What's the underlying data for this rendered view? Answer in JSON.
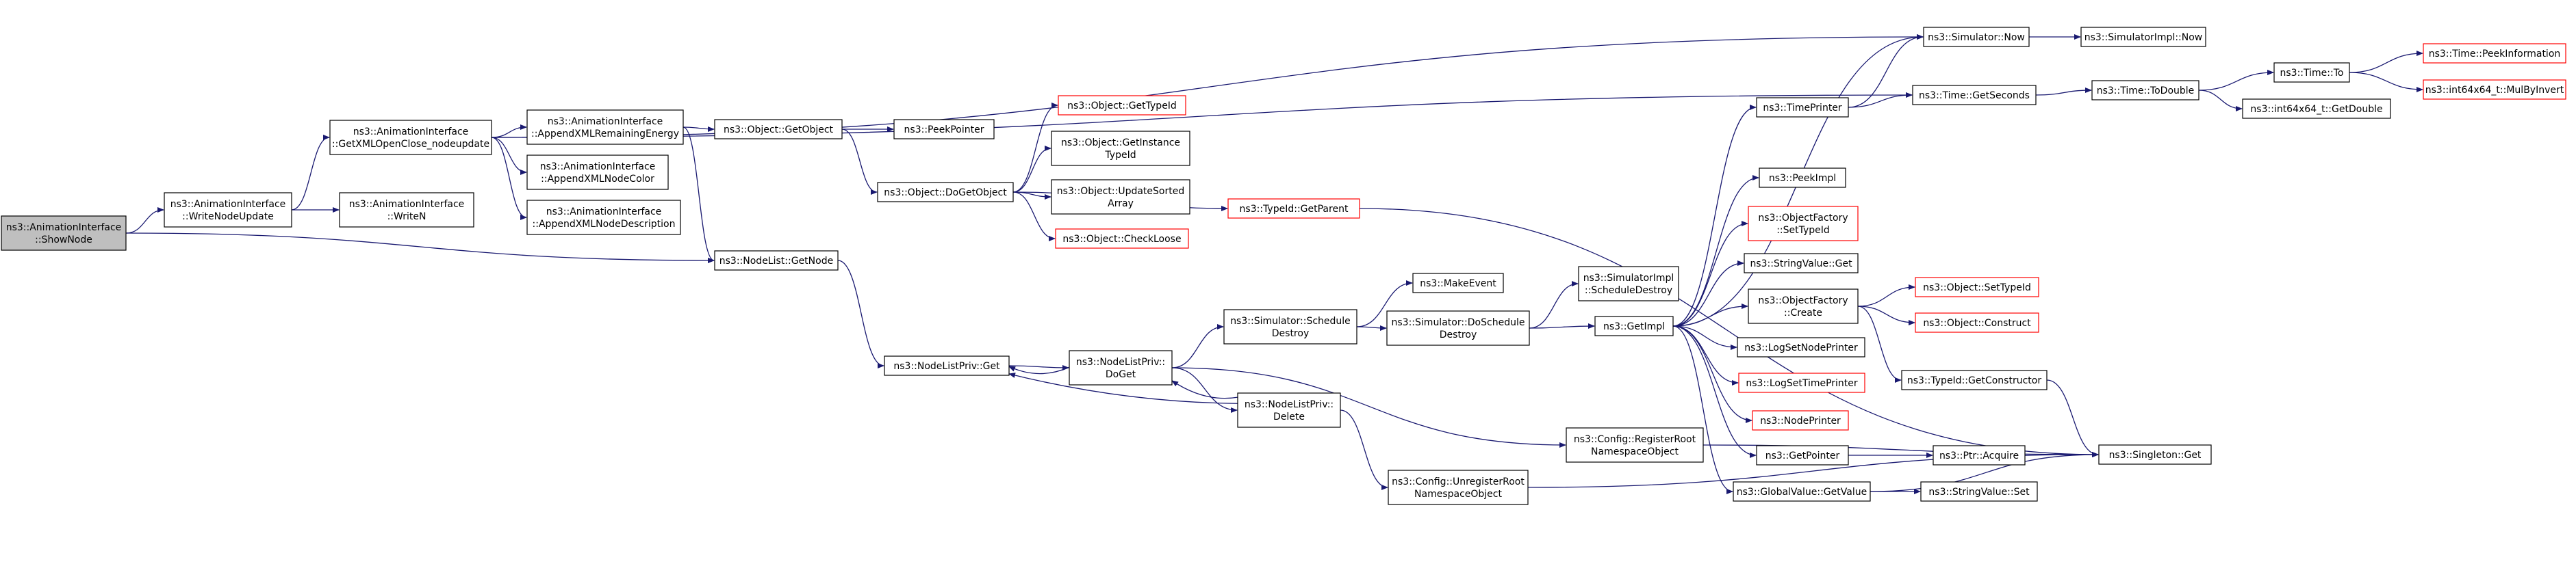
{
  "colors": {
    "edge": "#191970",
    "node_border": "#000000",
    "node_border_undocumented": "#ff0000",
    "node_fill": "#ffffff",
    "root_fill": "#bfbfbf",
    "background": "#ffffff"
  },
  "nodes": [
    {
      "id": "showNode",
      "lines": [
        "ns3::AnimationInterface",
        "::ShowNode"
      ],
      "kind": "root"
    },
    {
      "id": "writeNodeUpdate",
      "lines": [
        "ns3::AnimationInterface",
        "::WriteNodeUpdate"
      ],
      "kind": "normal"
    },
    {
      "id": "getXml",
      "lines": [
        "ns3::AnimationInterface",
        "::GetXMLOpenClose_nodeupdate"
      ],
      "kind": "normal"
    },
    {
      "id": "writeN",
      "lines": [
        "ns3::AnimationInterface",
        "::WriteN"
      ],
      "kind": "normal"
    },
    {
      "id": "appendEnergy",
      "lines": [
        "ns3::AnimationInterface",
        "::AppendXMLRemainingEnergy"
      ],
      "kind": "normal"
    },
    {
      "id": "appendColor",
      "lines": [
        "ns3::AnimationInterface",
        "::AppendXMLNodeColor"
      ],
      "kind": "normal"
    },
    {
      "id": "appendDesc",
      "lines": [
        "ns3::AnimationInterface",
        "::AppendXMLNodeDescription"
      ],
      "kind": "normal"
    },
    {
      "id": "getObject",
      "lines": [
        "ns3::Object::GetObject"
      ],
      "kind": "normal"
    },
    {
      "id": "peekPointer",
      "lines": [
        "ns3::PeekPointer"
      ],
      "kind": "normal"
    },
    {
      "id": "doGetObject",
      "lines": [
        "ns3::Object::DoGetObject"
      ],
      "kind": "normal"
    },
    {
      "id": "getTypeId",
      "lines": [
        "ns3::Object::GetTypeId"
      ],
      "kind": "red"
    },
    {
      "id": "getInstanceTypeId",
      "lines": [
        "ns3::Object::GetInstance",
        "TypeId"
      ],
      "kind": "normal"
    },
    {
      "id": "updateSorted",
      "lines": [
        "ns3::Object::UpdateSorted",
        "Array"
      ],
      "kind": "normal"
    },
    {
      "id": "checkLoose",
      "lines": [
        "ns3::Object::CheckLoose"
      ],
      "kind": "red"
    },
    {
      "id": "typeIdGetParent",
      "lines": [
        "ns3::TypeId::GetParent"
      ],
      "kind": "red"
    },
    {
      "id": "nodeListGetNode",
      "lines": [
        "ns3::NodeList::GetNode"
      ],
      "kind": "normal"
    },
    {
      "id": "nodeListPrivGet",
      "lines": [
        "ns3::NodeListPriv::Get"
      ],
      "kind": "normal"
    },
    {
      "id": "nodeListPrivDoGet",
      "lines": [
        "ns3::NodeListPriv::",
        "DoGet"
      ],
      "kind": "normal"
    },
    {
      "id": "nodeListPrivDelete",
      "lines": [
        "ns3::NodeListPriv::",
        "Delete"
      ],
      "kind": "normal"
    },
    {
      "id": "simSchedDestroy",
      "lines": [
        "ns3::Simulator::Schedule",
        "Destroy"
      ],
      "kind": "normal"
    },
    {
      "id": "makeEvent",
      "lines": [
        "ns3::MakeEvent"
      ],
      "kind": "normal"
    },
    {
      "id": "simDoSchedDestroy",
      "lines": [
        "ns3::Simulator::DoSchedule",
        "Destroy"
      ],
      "kind": "normal"
    },
    {
      "id": "simImplSchedDestroy",
      "lines": [
        "ns3::SimulatorImpl",
        "::ScheduleDestroy"
      ],
      "kind": "normal"
    },
    {
      "id": "getImpl",
      "lines": [
        "ns3::GetImpl"
      ],
      "kind": "normal"
    },
    {
      "id": "cfgRegister",
      "lines": [
        "ns3::Config::RegisterRoot",
        "NamespaceObject"
      ],
      "kind": "normal"
    },
    {
      "id": "cfgUnregister",
      "lines": [
        "ns3::Config::UnregisterRoot",
        "NamespaceObject"
      ],
      "kind": "normal"
    },
    {
      "id": "simNow",
      "lines": [
        "ns3::Simulator::Now"
      ],
      "kind": "normal"
    },
    {
      "id": "simImplNow",
      "lines": [
        "ns3::SimulatorImpl::Now"
      ],
      "kind": "normal"
    },
    {
      "id": "timeGetSeconds",
      "lines": [
        "ns3::Time::GetSeconds"
      ],
      "kind": "normal"
    },
    {
      "id": "timeToDouble",
      "lines": [
        "ns3::Time::ToDouble"
      ],
      "kind": "normal"
    },
    {
      "id": "timeTo",
      "lines": [
        "ns3::Time::To"
      ],
      "kind": "normal"
    },
    {
      "id": "timePeekInfo",
      "lines": [
        "ns3::Time::PeekInformation"
      ],
      "kind": "red"
    },
    {
      "id": "mulByInvert",
      "lines": [
        "ns3::int64x64_t::MulByInvert"
      ],
      "kind": "red"
    },
    {
      "id": "int64GetDouble",
      "lines": [
        "ns3::int64x64_t::GetDouble"
      ],
      "kind": "normal"
    },
    {
      "id": "timePrinter",
      "lines": [
        "ns3::TimePrinter"
      ],
      "kind": "normal"
    },
    {
      "id": "peekImpl",
      "lines": [
        "ns3::PeekImpl"
      ],
      "kind": "normal"
    },
    {
      "id": "ofSetTypeId",
      "lines": [
        "ns3::ObjectFactory",
        "::SetTypeId"
      ],
      "kind": "red"
    },
    {
      "id": "stringValueGet",
      "lines": [
        "ns3::StringValue::Get"
      ],
      "kind": "normal"
    },
    {
      "id": "ofCreate",
      "lines": [
        "ns3::ObjectFactory",
        "::Create"
      ],
      "kind": "normal"
    },
    {
      "id": "objSetTypeId",
      "lines": [
        "ns3::Object::SetTypeId"
      ],
      "kind": "red"
    },
    {
      "id": "objConstruct",
      "lines": [
        "ns3::Object::Construct"
      ],
      "kind": "red"
    },
    {
      "id": "logSetNodePrinter",
      "lines": [
        "ns3::LogSetNodePrinter"
      ],
      "kind": "normal"
    },
    {
      "id": "logSetTimePrinter",
      "lines": [
        "ns3::LogSetTimePrinter"
      ],
      "kind": "red"
    },
    {
      "id": "nodePrinter",
      "lines": [
        "ns3::NodePrinter"
      ],
      "kind": "red"
    },
    {
      "id": "typeIdGetCtor",
      "lines": [
        "ns3::TypeId::GetConstructor"
      ],
      "kind": "normal"
    },
    {
      "id": "getPointer",
      "lines": [
        "ns3::GetPointer"
      ],
      "kind": "normal"
    },
    {
      "id": "ptrAcquire",
      "lines": [
        "ns3::Ptr::Acquire"
      ],
      "kind": "normal"
    },
    {
      "id": "globalValueGetValue",
      "lines": [
        "ns3::GlobalValue::GetValue"
      ],
      "kind": "normal"
    },
    {
      "id": "stringValueSet",
      "lines": [
        "ns3::StringValue::Set"
      ],
      "kind": "normal"
    },
    {
      "id": "singletonGet",
      "lines": [
        "ns3::Singleton::Get"
      ],
      "kind": "normal"
    }
  ],
  "edges": [
    [
      "showNode",
      "writeNodeUpdate"
    ],
    [
      "showNode",
      "nodeListGetNode"
    ],
    [
      "writeNodeUpdate",
      "getXml"
    ],
    [
      "writeNodeUpdate",
      "writeN"
    ],
    [
      "getXml",
      "appendEnergy"
    ],
    [
      "getXml",
      "appendColor"
    ],
    [
      "getXml",
      "appendDesc"
    ],
    [
      "getXml",
      "simNow"
    ],
    [
      "getXml",
      "timeGetSeconds"
    ],
    [
      "appendEnergy",
      "getObject"
    ],
    [
      "appendEnergy",
      "nodeListGetNode"
    ],
    [
      "getObject",
      "peekPointer"
    ],
    [
      "getObject",
      "doGetObject"
    ],
    [
      "doGetObject",
      "getTypeId"
    ],
    [
      "doGetObject",
      "getInstanceTypeId"
    ],
    [
      "doGetObject",
      "updateSorted"
    ],
    [
      "doGetObject",
      "checkLoose"
    ],
    [
      "doGetObject",
      "typeIdGetParent"
    ],
    [
      "typeIdGetParent",
      "singletonGet"
    ],
    [
      "nodeListGetNode",
      "nodeListPrivGet"
    ],
    [
      "nodeListPrivGet",
      "nodeListPrivDoGet"
    ],
    [
      "nodeListPrivDoGet",
      "nodeListPrivGet"
    ],
    [
      "nodeListPrivDoGet",
      "nodeListPrivDelete"
    ],
    [
      "nodeListPrivDoGet",
      "simSchedDestroy"
    ],
    [
      "nodeListPrivDoGet",
      "cfgRegister"
    ],
    [
      "nodeListPrivDelete",
      "nodeListPrivDoGet"
    ],
    [
      "nodeListPrivDelete",
      "nodeListPrivGet"
    ],
    [
      "nodeListPrivDelete",
      "cfgUnregister"
    ],
    [
      "simSchedDestroy",
      "makeEvent"
    ],
    [
      "simSchedDestroy",
      "simDoSchedDestroy"
    ],
    [
      "simDoSchedDestroy",
      "simImplSchedDestroy"
    ],
    [
      "simDoSchedDestroy",
      "getImpl"
    ],
    [
      "getImpl",
      "simNow"
    ],
    [
      "getImpl",
      "timePrinter"
    ],
    [
      "getImpl",
      "peekImpl"
    ],
    [
      "getImpl",
      "ofSetTypeId"
    ],
    [
      "getImpl",
      "stringValueGet"
    ],
    [
      "getImpl",
      "ofCreate"
    ],
    [
      "getImpl",
      "logSetNodePrinter"
    ],
    [
      "getImpl",
      "logSetTimePrinter"
    ],
    [
      "getImpl",
      "nodePrinter"
    ],
    [
      "getImpl",
      "getPointer"
    ],
    [
      "getImpl",
      "globalValueGetValue"
    ],
    [
      "cfgRegister",
      "singletonGet"
    ],
    [
      "cfgUnregister",
      "singletonGet"
    ],
    [
      "simNow",
      "simImplNow"
    ],
    [
      "timePrinter",
      "simNow"
    ],
    [
      "timePrinter",
      "timeGetSeconds"
    ],
    [
      "timeGetSeconds",
      "timeToDouble"
    ],
    [
      "timeToDouble",
      "timeTo"
    ],
    [
      "timeToDouble",
      "int64GetDouble"
    ],
    [
      "timeTo",
      "timePeekInfo"
    ],
    [
      "timeTo",
      "mulByInvert"
    ],
    [
      "ofCreate",
      "objSetTypeId"
    ],
    [
      "ofCreate",
      "objConstruct"
    ],
    [
      "ofCreate",
      "typeIdGetCtor"
    ],
    [
      "typeIdGetCtor",
      "singletonGet"
    ],
    [
      "getPointer",
      "ptrAcquire"
    ],
    [
      "globalValueGetValue",
      "stringValueSet"
    ],
    [
      "globalValueGetValue",
      "singletonGet"
    ]
  ]
}
